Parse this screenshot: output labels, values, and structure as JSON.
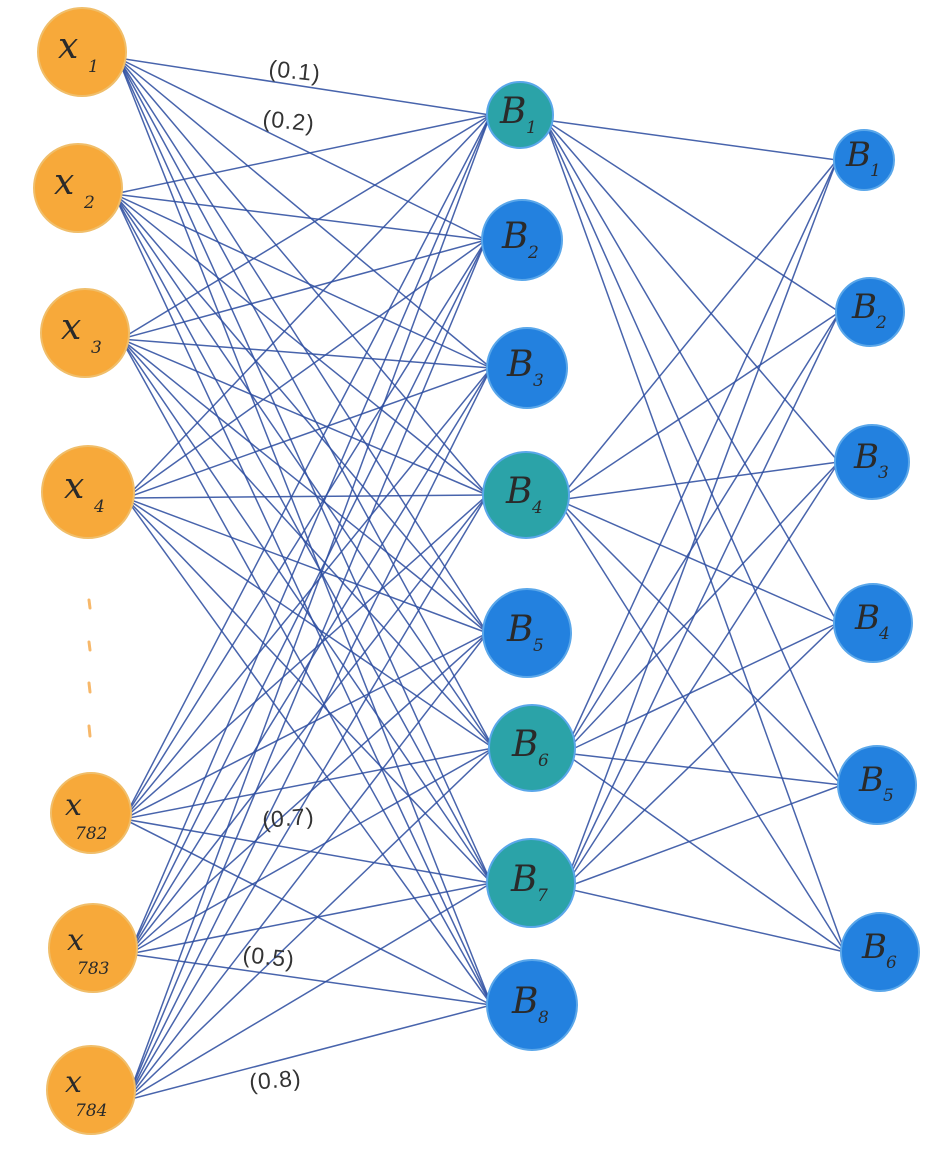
{
  "colors": {
    "input_node": "#F7A93A",
    "input_node_edge": "#F0BE6A",
    "hidden_blue": "#2381DF",
    "hidden_teal": "#2BA3A8",
    "output_node": "#2381DF",
    "edge": "#2F4FA0",
    "ellipsis": "#F7B86A"
  },
  "input_layer": {
    "nodes": [
      {
        "main": "x",
        "sub": "1"
      },
      {
        "main": "x",
        "sub": "2"
      },
      {
        "main": "x",
        "sub": "3"
      },
      {
        "main": "x",
        "sub": "4"
      },
      {
        "main": "x",
        "sub": "782"
      },
      {
        "main": "x",
        "sub": "783"
      },
      {
        "main": "x",
        "sub": "784"
      }
    ]
  },
  "hidden_layer": {
    "nodes": [
      {
        "main": "B",
        "sub": "1",
        "color": "teal"
      },
      {
        "main": "B",
        "sub": "2",
        "color": "blue"
      },
      {
        "main": "B",
        "sub": "3",
        "color": "blue"
      },
      {
        "main": "B",
        "sub": "4",
        "color": "teal"
      },
      {
        "main": "B",
        "sub": "5",
        "color": "blue"
      },
      {
        "main": "B",
        "sub": "6",
        "color": "teal"
      },
      {
        "main": "B",
        "sub": "7",
        "color": "teal"
      },
      {
        "main": "B",
        "sub": "8",
        "color": "blue"
      }
    ]
  },
  "output_layer": {
    "nodes": [
      {
        "main": "B",
        "sub": "1"
      },
      {
        "main": "B",
        "sub": "2"
      },
      {
        "main": "B",
        "sub": "3"
      },
      {
        "main": "B",
        "sub": "4"
      },
      {
        "main": "B",
        "sub": "5"
      },
      {
        "main": "B",
        "sub": "6"
      }
    ]
  },
  "weights": [
    {
      "text": "(0.1)"
    },
    {
      "text": "(0.2)"
    },
    {
      "text": "(0.7)"
    },
    {
      "text": "(0.5)"
    },
    {
      "text": "(0.8)"
    }
  ]
}
